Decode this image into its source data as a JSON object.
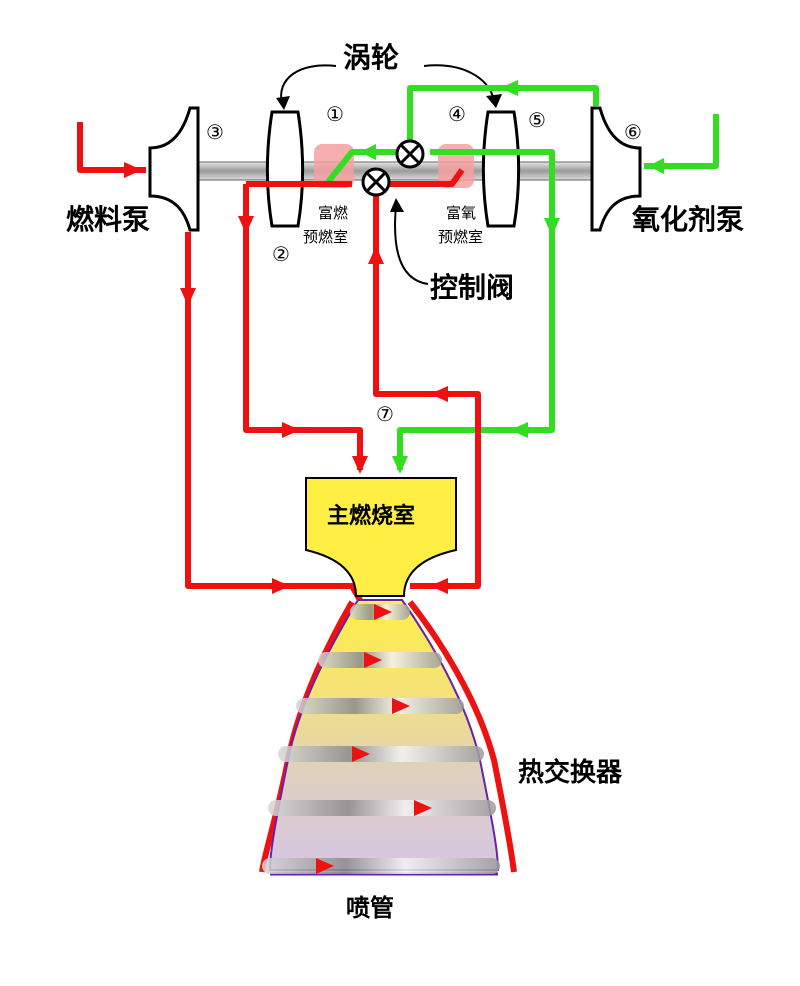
{
  "labels": {
    "turbine": "涡轮",
    "fuel_pump": "燃料泵",
    "oxidizer_pump": "氧化剂泵",
    "control_valve": "控制阀",
    "fuel_rich_preburner": [
      "富燃",
      "预燃室"
    ],
    "ox_rich_preburner": [
      "富氧",
      "预燃室"
    ],
    "main_chamber": "主燃烧室",
    "heat_exchanger": "热交换器",
    "nozzle": "喷管"
  },
  "numbers": {
    "n1": "①",
    "n2": "②",
    "n3": "③",
    "n4": "④",
    "n5": "⑤",
    "n6": "⑥",
    "n7": "⑦"
  },
  "colors": {
    "fuel_line": "#ee1111",
    "oxidizer_line": "#33dd22",
    "chamber_fill": "#ffee44",
    "preburner_fill": "#f4a0a0",
    "shaft": "#a0a0a0",
    "nozzle_edge": "#6622aa"
  }
}
